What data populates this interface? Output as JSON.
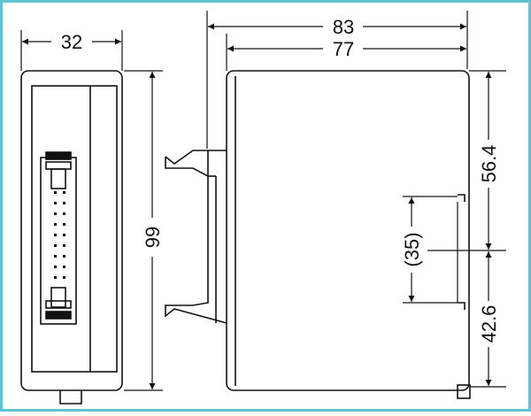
{
  "colors": {
    "frame": "#5fc3d4",
    "ink": "#111111",
    "background": "#ffffff"
  },
  "front_view": {
    "width_label": "32",
    "height_label": "99"
  },
  "side_view": {
    "overall_depth_label": "83",
    "body_depth_label": "77",
    "upper_offset_label": "56.4",
    "rail_label": "(35)",
    "lower_offset_label": "42.6"
  }
}
